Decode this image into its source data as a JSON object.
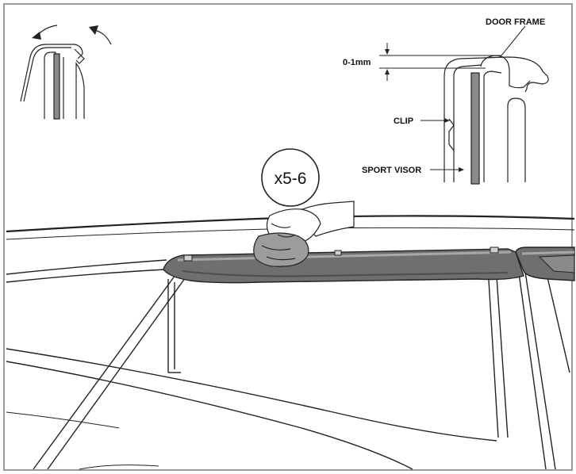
{
  "labels": {
    "door_frame": "DOOR FRAME",
    "gap": "0-1mm",
    "clip": "CLIP",
    "sport_visor": "SPORT VISOR"
  },
  "badge": {
    "count": "x5-6"
  },
  "colors": {
    "line": "#222222",
    "visor_fill": "#6f6f6f",
    "visor_dark": "#4e4e4e",
    "visor_light": "#a8a8a8",
    "border": "#9a9a9a"
  }
}
